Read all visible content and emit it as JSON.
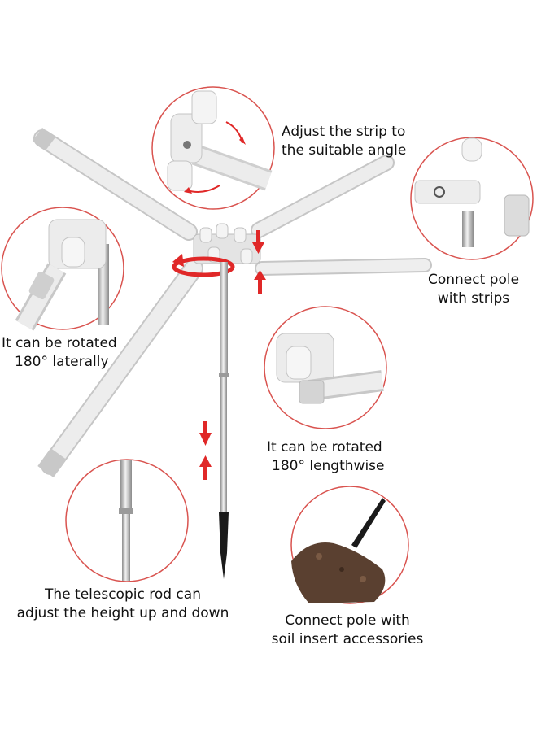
{
  "captions": {
    "adjust_strip": [
      "Adjust the strip to",
      "the suitable angle"
    ],
    "connect_strips": [
      "Connect pole",
      "with strips"
    ],
    "rotate_laterally": [
      "It can be rotated",
      "180° laterally"
    ],
    "rotate_lengthwise": [
      "It can be rotated",
      "180° lengthwise"
    ],
    "telescopic": [
      "The telescopic rod can",
      "adjust the height up and down"
    ],
    "soil": [
      "Connect pole with",
      "soil insert accessories"
    ]
  },
  "colors": {
    "accent_red": "#e02828",
    "circle_border": "#d9534f",
    "bar_white": "#eeeeee",
    "bar_edge": "#c4c4c4",
    "steel": "#b8b8b8",
    "soil": "#5a4030"
  }
}
